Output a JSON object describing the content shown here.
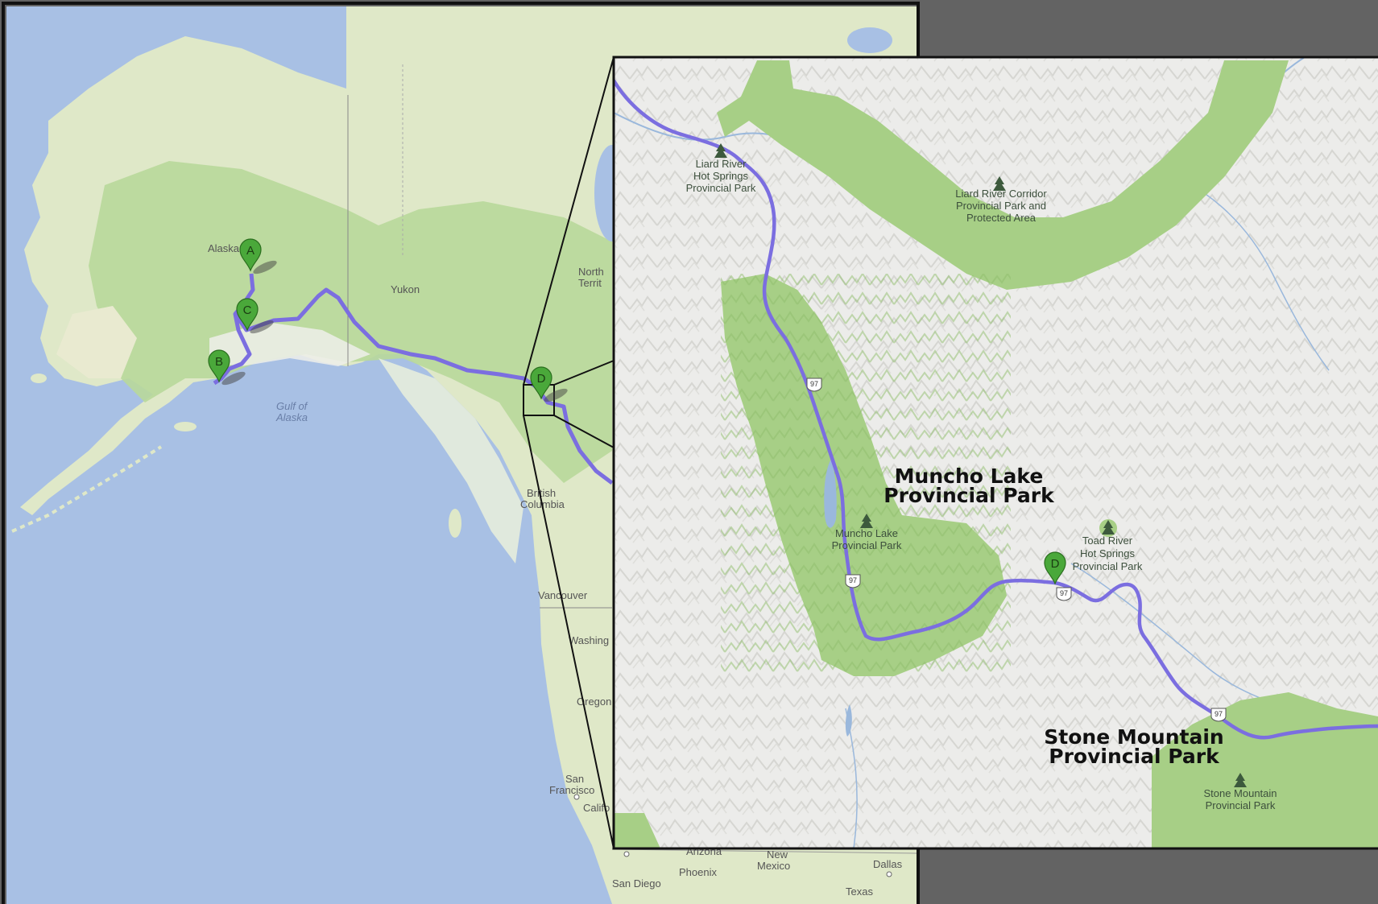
{
  "overview": {
    "labels": {
      "alaska": "Alaska",
      "yukon": "Yukon",
      "northwest_1": "North",
      "northwest_2": "Territ",
      "gulf_1": "Gulf of",
      "gulf_2": "Alaska",
      "bc_1": "British",
      "bc_2": "Columbia",
      "vancouver": "Vancouver",
      "washington": "Washing",
      "oregon": "Oregon",
      "sf_1": "San",
      "sf_2": "Francisco",
      "california": "Califo",
      "arizona": "Arizona",
      "phoenix": "Phoenix",
      "san_diego": "San Diego",
      "new_mexico_1": "New",
      "new_mexico_2": "Mexico",
      "dallas": "Dallas",
      "texas": "Texas"
    },
    "markers": [
      {
        "letter": "A"
      },
      {
        "letter": "B"
      },
      {
        "letter": "C"
      },
      {
        "letter": "D"
      }
    ]
  },
  "inset": {
    "parks_big": {
      "muncho_1": "Muncho Lake",
      "muncho_2": "Provincial Park",
      "stone_1": "Stone Mountain",
      "stone_2": "Provincial Park"
    },
    "parks_small": {
      "liard_hs_1": "Liard River",
      "liard_hs_2": "Hot Springs",
      "liard_hs_3": "Provincial Park",
      "liard_corr_1": "Liard River Corridor",
      "liard_corr_2": "Provincial Park and",
      "liard_corr_3": "Protected Area",
      "muncho_1": "Muncho Lake",
      "muncho_2": "Provincial Park",
      "toad_1": "Toad River",
      "toad_2": "Hot Springs",
      "toad_3": "Provincial Park",
      "stone_1": "Stone Mountain",
      "stone_2": "Provincial Park"
    },
    "highway": "97",
    "marker_letter": "D"
  },
  "colors": {
    "ocean": "#a8c0e4",
    "land": "#dfe8c8",
    "forest": "#a9d08d",
    "route": "#7b6ee0",
    "marker": "#4aa83a",
    "inset_bg": "#ececea",
    "park_green": "#a7cf86"
  }
}
